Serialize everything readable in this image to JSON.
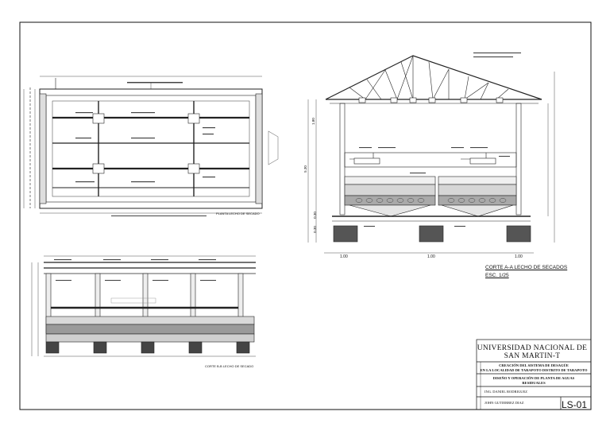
{
  "sheet": {
    "caption_main_section": "CORTE A-A LECHO DE SECADOS",
    "caption_main_scale": "ESC. 1/25",
    "caption_plan": "PLANTA LECHO DE SECADO",
    "caption_side": "CORTE B-B LECHO DE SECADO"
  },
  "title_block": {
    "university": "UNIVERSIDAD NACIONAL DE SAN MARTIN-T",
    "project_line1": "CREACIÓN DEL SISTEMA DE DESAGÜE",
    "project_line2": "EN LA LOCALIDAD DE TARAPOTO DISTRITO DE TARAPOTO",
    "drawing_line1": "DISEÑO Y OPERACIÓN DE PLANTA DE AGUAS",
    "drawing_line2": "RESIDUALES",
    "engineer": "ING. DANIEL RODRIGUEZ",
    "author": "JOHN GUTIERREZ DIAZ",
    "sheet_code": "LS-01"
  },
  "dimensions": {
    "bottom_widths": [
      "1.00",
      "1.00",
      "1.00"
    ],
    "left_heights": [
      "1.80",
      "5.30",
      "0.30",
      "0.30"
    ]
  }
}
